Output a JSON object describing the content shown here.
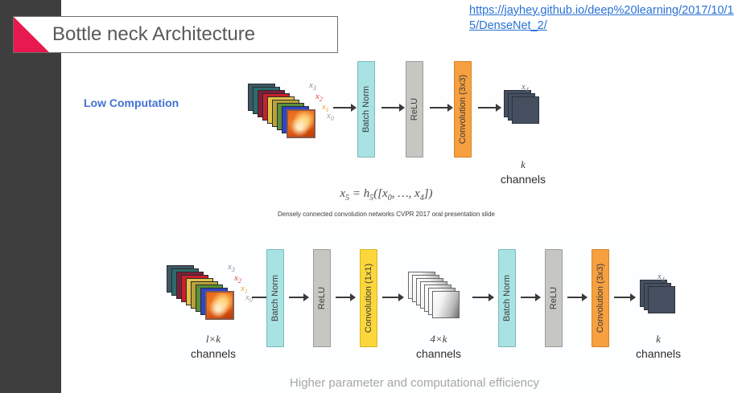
{
  "slide": {
    "title": "Bottle neck Architecture",
    "source_url": "https://jayhey.github.io/deep%20learning/2017/10/15/DenseNet_2/",
    "annotation_label": "Low Computation",
    "accent_colors": {
      "title_corner": "#E8194E",
      "sidebar": "#3F3E3E",
      "link": "#2A72D4",
      "annotation": "#4472D4",
      "batch_norm": "#A8E2E2",
      "relu": "#C6C6C2",
      "conv_3x3": "#F6A040",
      "conv_1x1": "#FBD73C",
      "output_maps": "#454F5F"
    }
  },
  "figure_top": {
    "blocks": [
      {
        "label": "Batch Norm",
        "kind": "bn"
      },
      {
        "label": "ReLU",
        "kind": "relu"
      },
      {
        "label": "Convolution (3x3)",
        "kind": "conv3"
      }
    ],
    "input_stack_labels": [
      "x3",
      "x2",
      "x1",
      "x0"
    ],
    "output_label": "x4",
    "output_caption_italic": "k",
    "output_caption_word": "channels",
    "formula": "x5 = h5([x0, …, x4])",
    "credit": "Densely connected convolution networks CVPR 2017 oral presentation slide"
  },
  "figure_bottom": {
    "blocks": [
      {
        "label": "Batch Norm",
        "kind": "bn"
      },
      {
        "label": "ReLU",
        "kind": "relu"
      },
      {
        "label": "Convolution (1x1)",
        "kind": "conv1"
      },
      {
        "label": "Batch Norm",
        "kind": "bn"
      },
      {
        "label": "ReLU",
        "kind": "relu"
      },
      {
        "label": "Convolution (3x3)",
        "kind": "conv3"
      }
    ],
    "input_stack_labels": [
      "x3",
      "x2",
      "x1",
      "x0"
    ],
    "input_caption_italic": "l×k",
    "input_caption_word": "channels",
    "middle_caption_italic": "4×k",
    "middle_caption_word": "channels",
    "output_label": "x4",
    "output_caption_italic": "k",
    "output_caption_word": "channels",
    "caption": "Higher parameter and computational efficiency"
  }
}
